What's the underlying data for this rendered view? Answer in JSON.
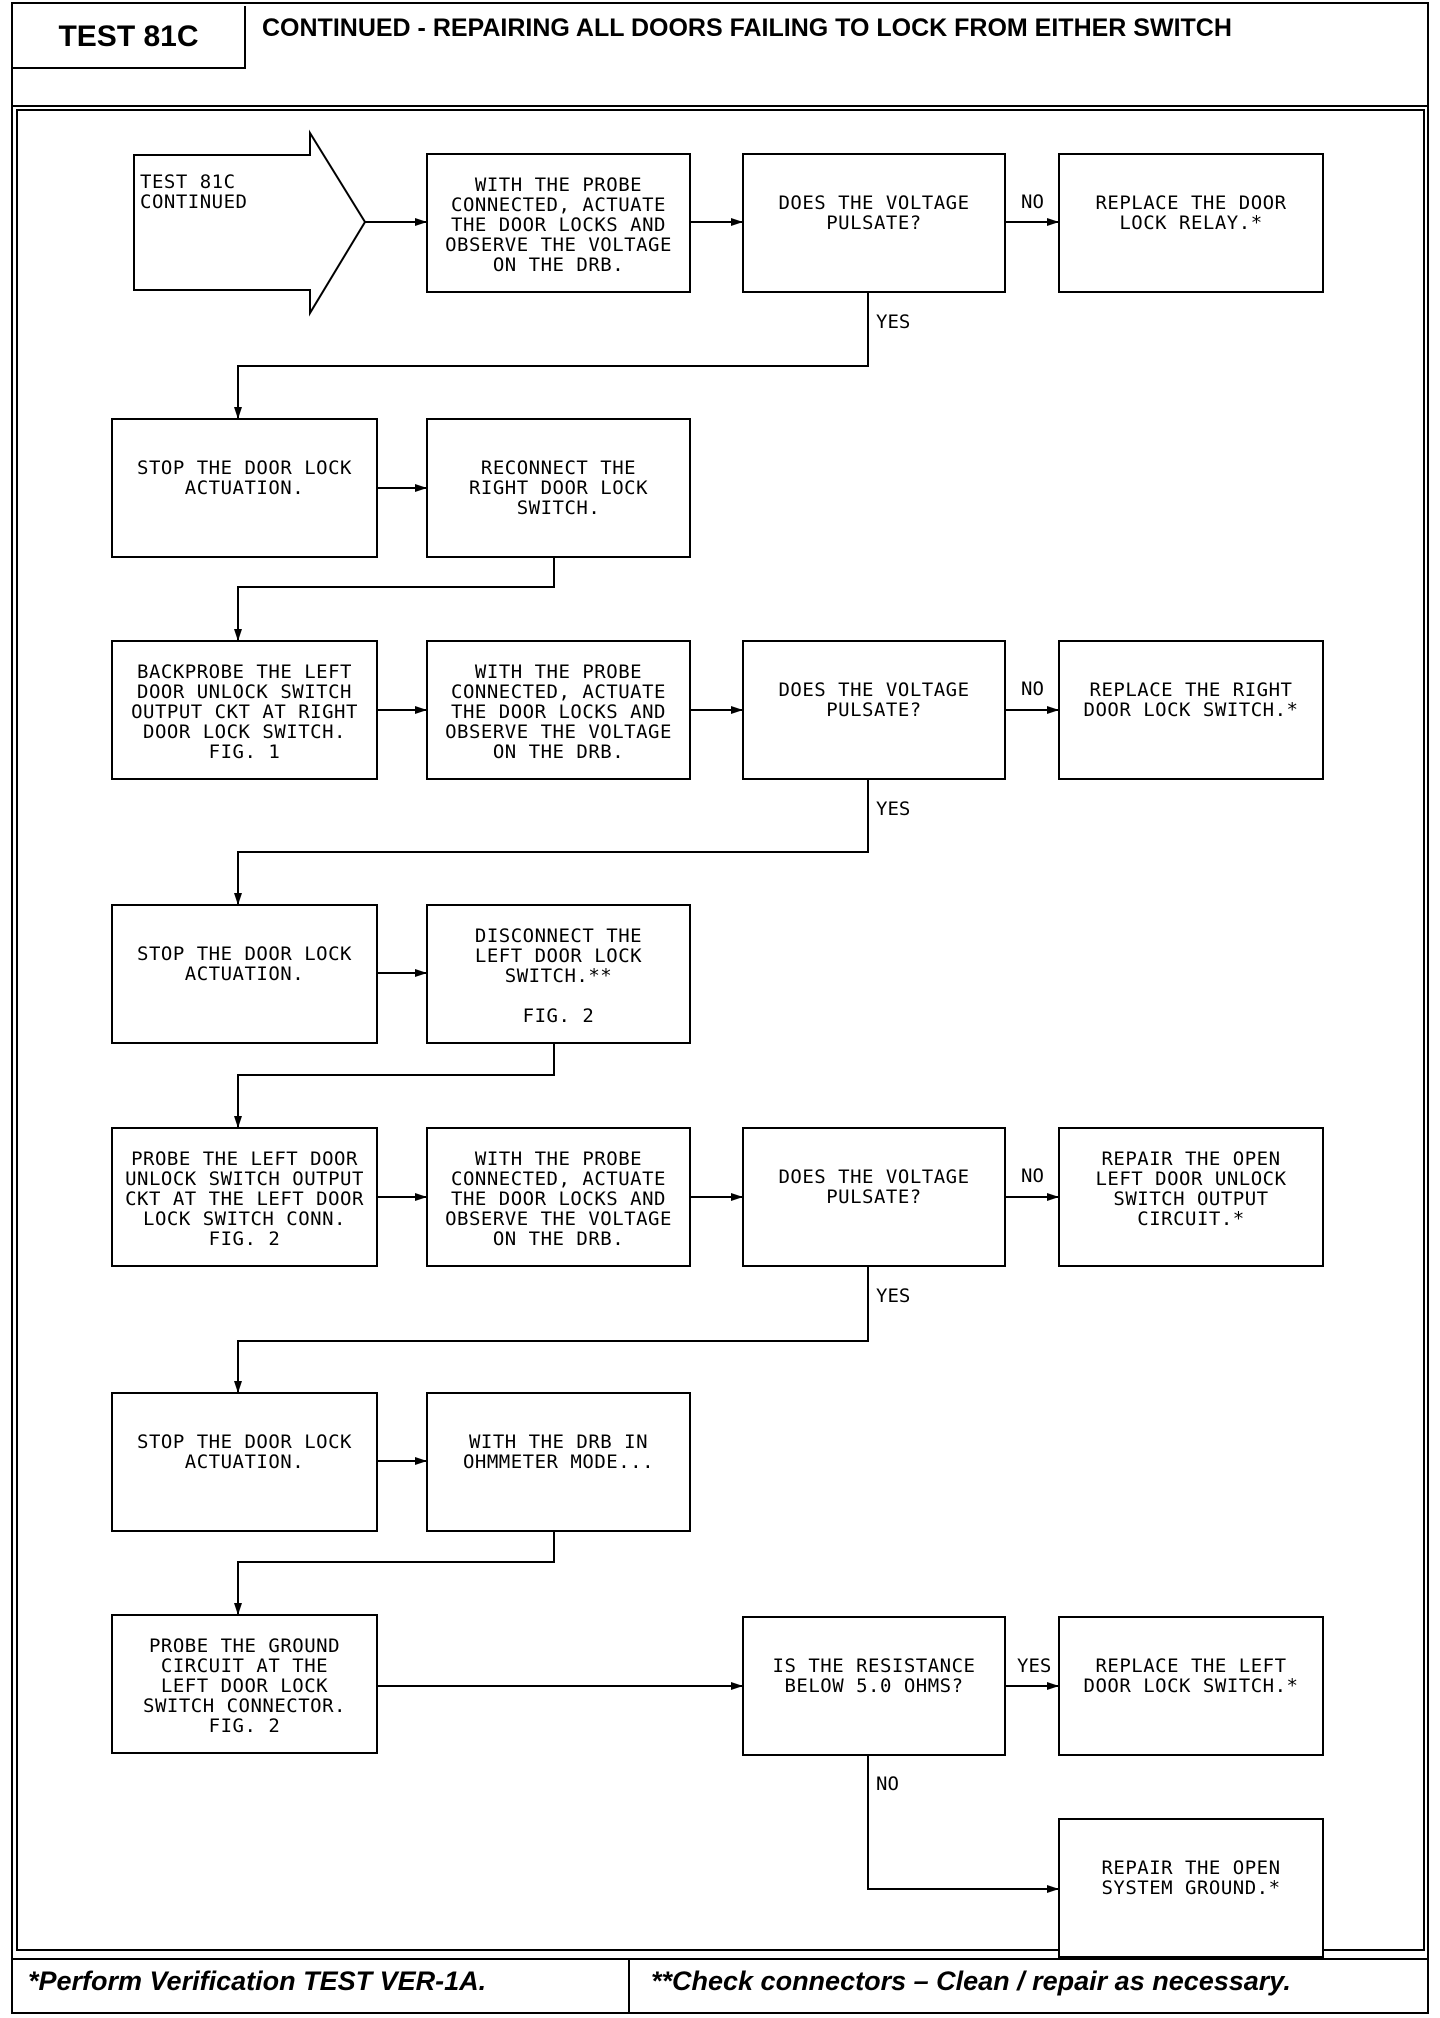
{
  "header": {
    "test_id": "TEST 81C",
    "title": "CONTINUED -  REPAIRING ALL DOORS FAILING TO LOCK FROM EITHER SWITCH"
  },
  "flowchart": {
    "start": "TEST 81C\nCONTINUED",
    "row1": {
      "action": "WITH THE PROBE\nCONNECTED, ACTUATE\nTHE DOOR LOCKS AND\nOBSERVE THE VOLTAGE\nON THE DRB.",
      "question": "DOES THE VOLTAGE\nPULSATE?",
      "no_label": "NO",
      "no_result": "REPLACE THE DOOR\nLOCK RELAY.*",
      "yes_label": "YES"
    },
    "row2": {
      "stop": "STOP THE DOOR LOCK\nACTUATION.",
      "action": "RECONNECT THE\nRIGHT DOOR LOCK\nSWITCH."
    },
    "row3": {
      "backprobe": "BACKPROBE THE LEFT\nDOOR UNLOCK SWITCH\nOUTPUT CKT AT RIGHT\nDOOR LOCK SWITCH.\nFIG. 1",
      "action": "WITH THE PROBE\nCONNECTED, ACTUATE\nTHE DOOR LOCKS AND\nOBSERVE THE VOLTAGE\nON THE DRB.",
      "question": "DOES THE VOLTAGE\nPULSATE?",
      "no_label": "NO",
      "no_result": "REPLACE THE RIGHT\nDOOR LOCK SWITCH.*",
      "yes_label": "YES"
    },
    "row4": {
      "stop": "STOP THE DOOR LOCK\nACTUATION.",
      "action": "DISCONNECT THE\nLEFT DOOR LOCK\nSWITCH.**\n\nFIG. 2"
    },
    "row5": {
      "probe": "PROBE THE LEFT DOOR\nUNLOCK SWITCH OUTPUT\nCKT AT THE LEFT DOOR\nLOCK SWITCH CONN.\nFIG. 2",
      "action": "WITH THE PROBE\nCONNECTED, ACTUATE\nTHE DOOR LOCKS AND\nOBSERVE THE VOLTAGE\nON THE DRB.",
      "question": "DOES THE VOLTAGE\nPULSATE?",
      "no_label": "NO",
      "no_result": "REPAIR THE OPEN\nLEFT DOOR UNLOCK\nSWITCH OUTPUT\nCIRCUIT.*",
      "yes_label": "YES"
    },
    "row6": {
      "stop": "STOP THE DOOR LOCK\nACTUATION.",
      "action": "WITH THE DRB IN\nOHMMETER MODE..."
    },
    "row7": {
      "probe": "PROBE THE GROUND\nCIRCUIT AT THE\nLEFT DOOR LOCK\nSWITCH CONNECTOR.\nFIG. 2",
      "question": "IS THE RESISTANCE\nBELOW 5.0 OHMS?",
      "yes_label": "YES",
      "yes_result": "REPLACE THE LEFT\nDOOR LOCK SWITCH.*",
      "no_label": "NO",
      "no_result": "REPAIR THE OPEN\nSYSTEM GROUND.*"
    }
  },
  "footer": {
    "left": "*Perform Verification TEST VER-1A.",
    "right": "**Check connectors – Clean / repair as necessary."
  }
}
